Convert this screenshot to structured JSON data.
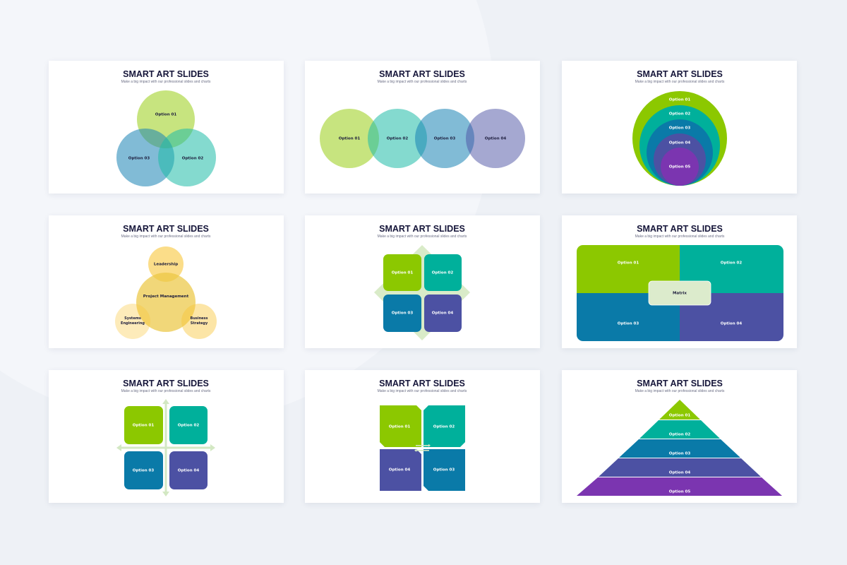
{
  "title": "SMART ART SLIDES",
  "subtitle": "Make a big impact with our professional slides and charts",
  "colors": {
    "green": "#8cc800",
    "teal": "#00b09b",
    "blue": "#0a7aa8",
    "indigo": "#4c51a3",
    "purple": "#7b35b0",
    "yellow": "#f5c842"
  },
  "slides": [
    {
      "type": "venn-3",
      "labels": [
        "Option 01",
        "Option 02",
        "Option 03"
      ]
    },
    {
      "type": "linked-circles",
      "labels": [
        "Option 01",
        "Option 02",
        "Option 03",
        "Option 04"
      ]
    },
    {
      "type": "nested-circles",
      "labels": [
        "Option 01",
        "Option 02",
        "Option 03",
        "Option 04",
        "Option 05"
      ]
    },
    {
      "type": "cluster",
      "labels": [
        "Leadership",
        "Project Management",
        "Systems Engineering",
        "Business Strategy"
      ]
    },
    {
      "type": "diamond-grid",
      "labels": [
        "Option 01",
        "Option 02",
        "Option 03",
        "Option 04"
      ]
    },
    {
      "type": "matrix",
      "labels": [
        "Option 01",
        "Option 02",
        "Option 03",
        "Option 04"
      ],
      "center": "Matrix"
    },
    {
      "type": "axis-grid",
      "labels": [
        "Option 01",
        "Option 02",
        "Option 03",
        "Option 04"
      ]
    },
    {
      "type": "cycle-grid",
      "labels": [
        "Option 01",
        "Option 02",
        "Option 04",
        "Option 03"
      ]
    },
    {
      "type": "pyramid",
      "labels": [
        "Option 01",
        "Option 02",
        "Option 03",
        "Option 04",
        "Option 05"
      ]
    }
  ]
}
